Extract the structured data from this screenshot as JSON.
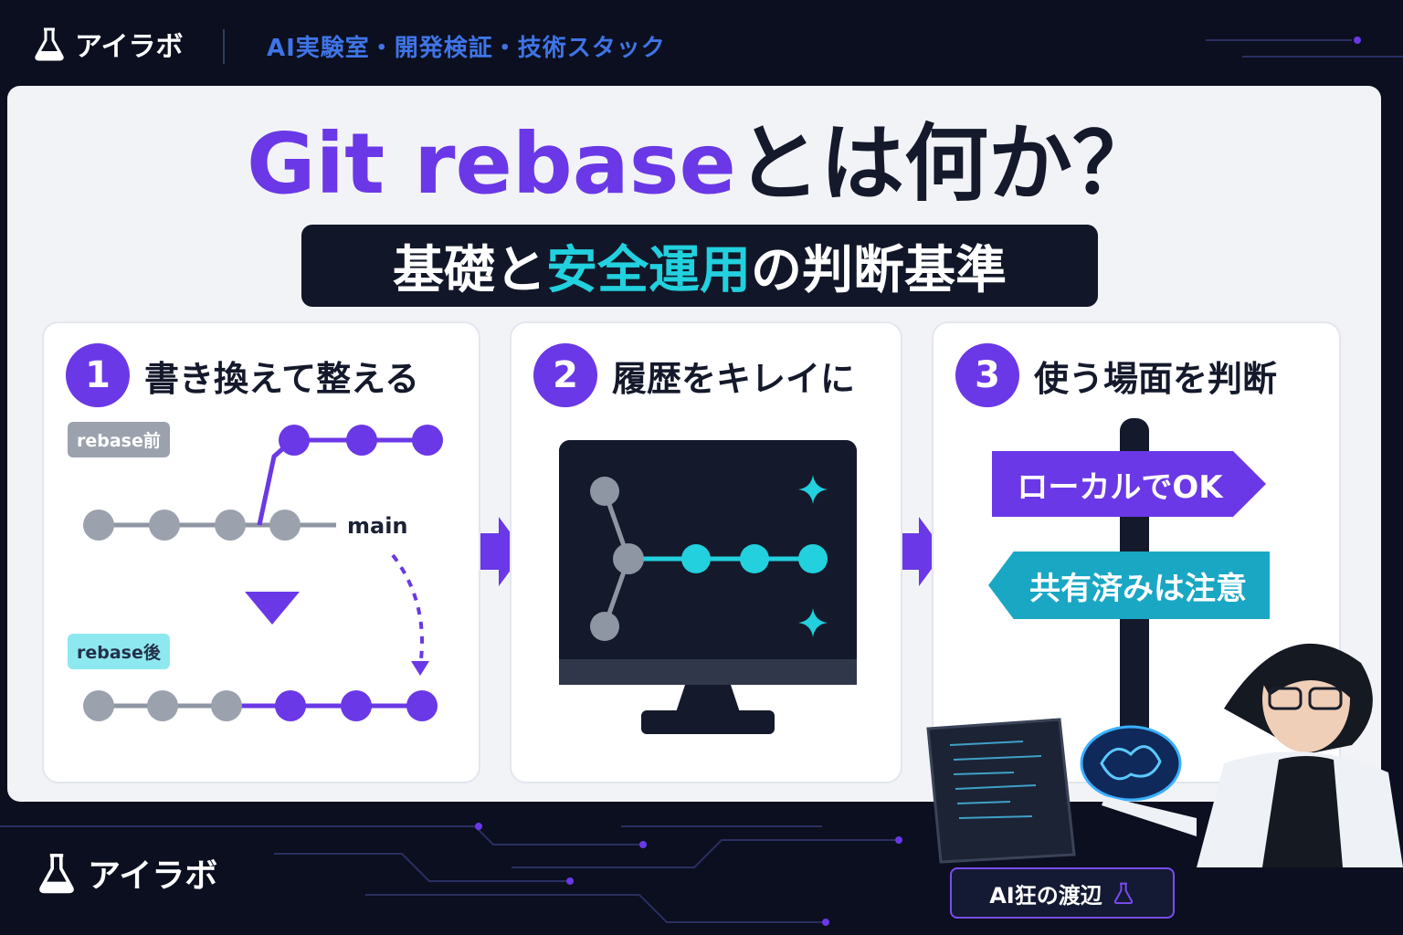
{
  "header": {
    "brand": "アイラボ",
    "tagline": "AI実験室・開発検証・技術スタック"
  },
  "title": {
    "accent": "Git rebase",
    "rest": "とは何か？"
  },
  "subtitle": {
    "part1": "基礎と",
    "part2": "安全運用",
    "part3": "の判断基準"
  },
  "panels": [
    {
      "number": "1",
      "title": "書き換えて整える",
      "tag_before": "rebase前",
      "tag_after": "rebase後",
      "branch_label": "main"
    },
    {
      "number": "2",
      "title": "履歴をキレイに"
    },
    {
      "number": "3",
      "title": "使う場面を判断",
      "sign_ok": "ローカルでOK",
      "sign_caution": "共有済みは注意"
    }
  ],
  "footer": {
    "brand": "アイラボ",
    "author": "AI狂の渡辺"
  },
  "colors": {
    "accent_purple": "#6a38e6",
    "accent_cyan": "#22d0de",
    "background_dark": "#0b0f1f",
    "card_light": "#f2f3f6"
  },
  "icons": [
    "flask-icon",
    "sparkle-icon",
    "monitor-icon",
    "signpost-icon",
    "arrow-right-icon",
    "arrow-down-icon"
  ]
}
